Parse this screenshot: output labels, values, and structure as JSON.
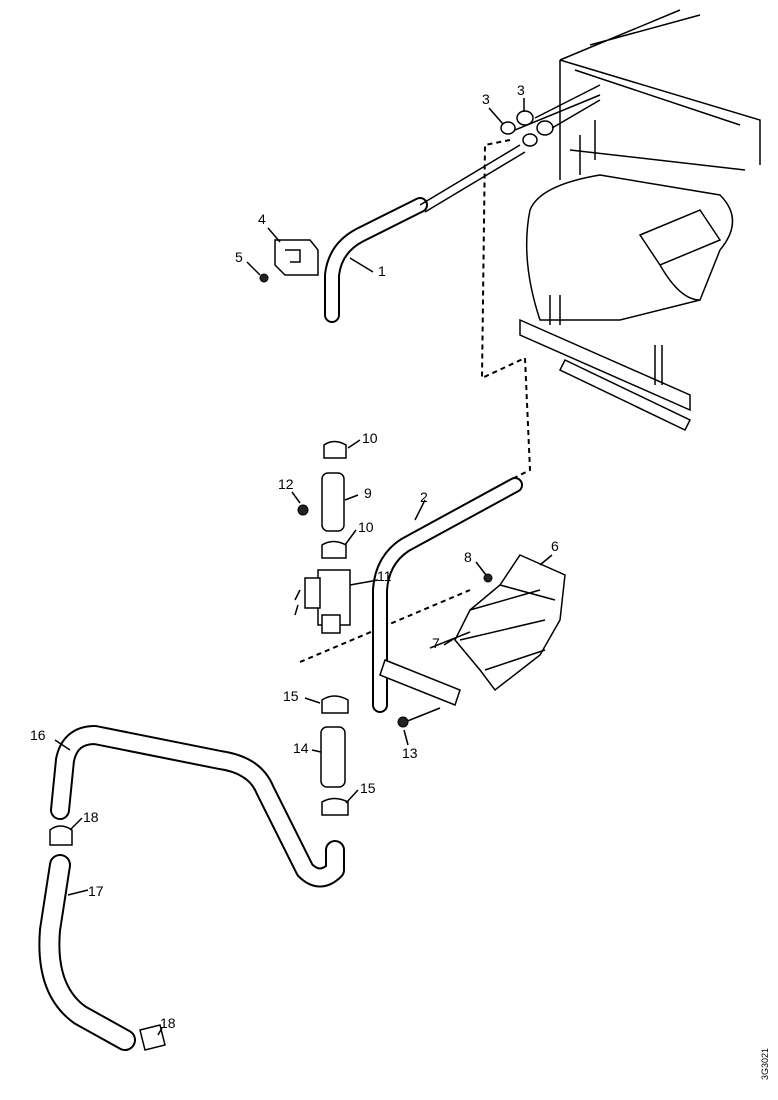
{
  "diagram": {
    "callouts": [
      {
        "id": "1",
        "label": "1"
      },
      {
        "id": "2",
        "label": "2"
      },
      {
        "id": "3a",
        "label": "3"
      },
      {
        "id": "3b",
        "label": "3"
      },
      {
        "id": "4",
        "label": "4"
      },
      {
        "id": "5",
        "label": "5"
      },
      {
        "id": "6",
        "label": "6"
      },
      {
        "id": "7",
        "label": "7"
      },
      {
        "id": "8",
        "label": "8"
      },
      {
        "id": "9",
        "label": "9"
      },
      {
        "id": "10a",
        "label": "10"
      },
      {
        "id": "10b",
        "label": "10"
      },
      {
        "id": "11",
        "label": "11"
      },
      {
        "id": "12",
        "label": "12"
      },
      {
        "id": "13",
        "label": "13"
      },
      {
        "id": "14",
        "label": "14"
      },
      {
        "id": "15a",
        "label": "15"
      },
      {
        "id": "15b",
        "label": "15"
      },
      {
        "id": "16",
        "label": "16"
      },
      {
        "id": "17",
        "label": "17"
      },
      {
        "id": "18a",
        "label": "18"
      },
      {
        "id": "18b",
        "label": "18"
      }
    ],
    "drawing_code": "3G3021"
  }
}
